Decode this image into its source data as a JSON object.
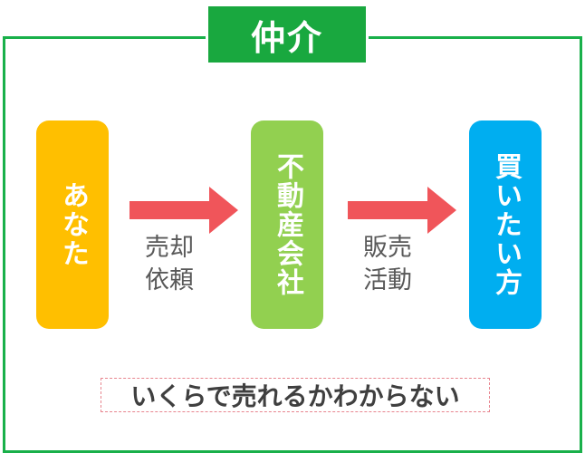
{
  "title": "仲介",
  "boxes": {
    "you": "あなた",
    "agent": "不動産会社",
    "buyer": "買いたい方"
  },
  "arrows": {
    "first_label_line1": "売却",
    "first_label_line2": "依頼",
    "second_label_line1": "販売",
    "second_label_line2": "活動"
  },
  "caption": "いくらで売れるかわからない",
  "colors": {
    "frame_green": "#19b04a",
    "title_green": "#19a83f",
    "you_yellow": "#ffbf00",
    "agent_green": "#92d050",
    "buyer_blue": "#00aef0",
    "arrow_red": "#f0555a",
    "caption_border": "#e8858f"
  }
}
